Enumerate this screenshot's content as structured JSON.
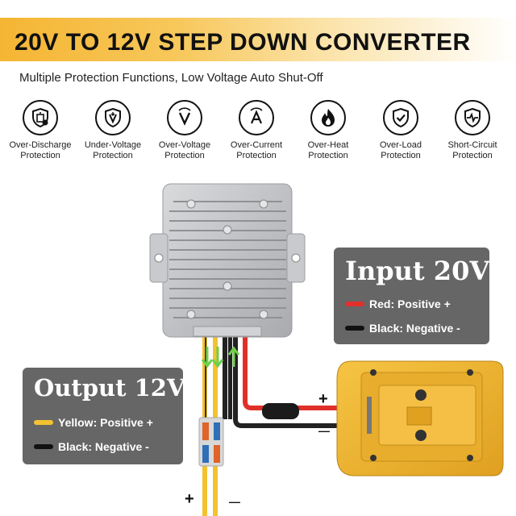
{
  "header": {
    "title": "20V TO 12V STEP DOWN CONVERTER",
    "subtitle": "Multiple Protection Functions, Low Voltage Auto Shut-Off"
  },
  "features": [
    {
      "icon": "battery-shield-icon",
      "line1": "Over-Discharge",
      "line2": "Protection"
    },
    {
      "icon": "undervoltage-shield-icon",
      "line1": "Under-Voltage",
      "line2": "Protection"
    },
    {
      "icon": "volt-icon",
      "line1": "Over-Voltage",
      "line2": "Protection"
    },
    {
      "icon": "ampere-icon",
      "line1": "Over-Current",
      "line2": "Protection"
    },
    {
      "icon": "flame-icon",
      "line1": "Over-Heat",
      "line2": "Protection"
    },
    {
      "icon": "check-shield-icon",
      "line1": "Over-Load",
      "line2": "Protection"
    },
    {
      "icon": "short-circuit-shield-icon",
      "line1": "Short-Circuit",
      "line2": "Protection"
    }
  ],
  "input_box": {
    "title": "Input 20V",
    "red_label": "Red: Positive +",
    "black_label": "Black: Negative -"
  },
  "output_box": {
    "title": "Output 12V",
    "yellow_label": "Yellow: Positive +",
    "black_label": "Black: Negative -"
  },
  "signs": {
    "adapter_plus": "+",
    "adapter_minus": "—",
    "output_plus": "+",
    "output_minus": "—"
  },
  "colors": {
    "banner": "#f5b533",
    "box_bg": "#666666",
    "wire_red": "#e0302a",
    "wire_black": "#222222",
    "wire_yellow": "#f2c230",
    "adapter": "#f0b42e",
    "arrow_green": "#6fcf4a"
  }
}
